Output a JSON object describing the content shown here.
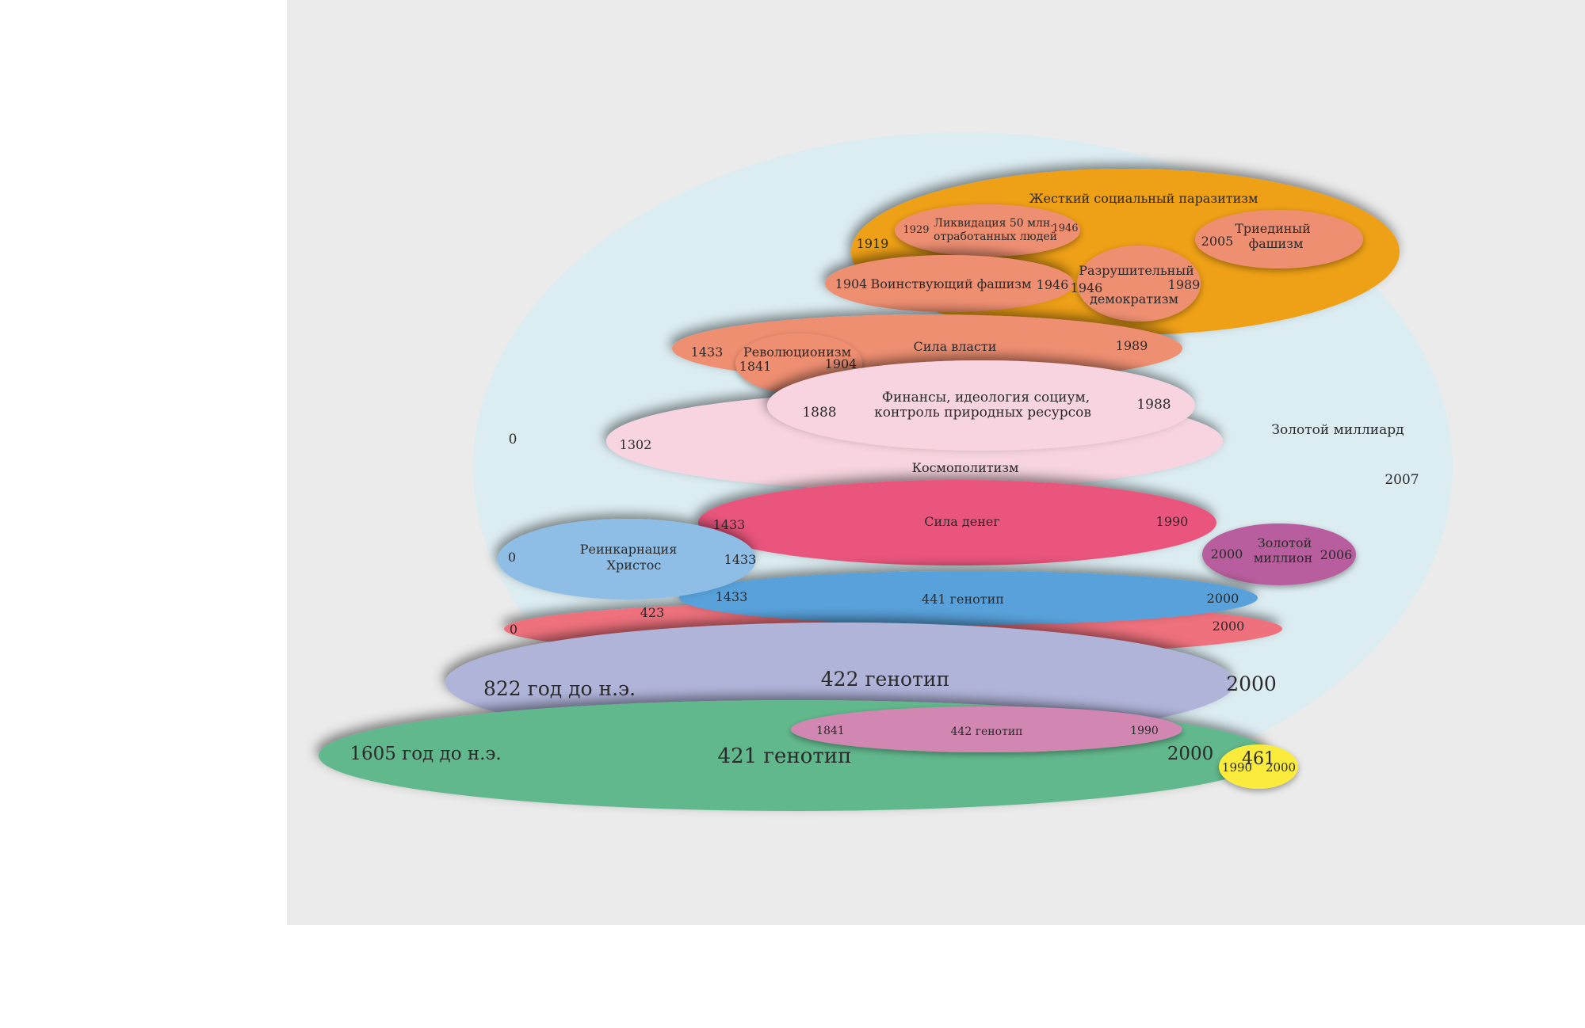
{
  "colors": {
    "background": "#eaebea",
    "golden_billion": "#dcedf2",
    "parasitism": "#eea017",
    "salmon": "#ef8f72",
    "pink_light": "#f7d4df",
    "money": "#e9547b",
    "reincarnation": "#8ebde6",
    "golden_million": "#b85d9e",
    "g441": "#58a1da",
    "red_band": "#ee717d",
    "g422": "#b0b4d9",
    "g421": "#62b88d",
    "g442": "#d287b2",
    "g461": "#fbeb3c"
  },
  "groups": {
    "golden_billion": {
      "label": "Золотой миллиард",
      "start": "0",
      "end": "2007"
    },
    "parasitism": {
      "label": "Жесткий социальный паразитизм",
      "start": "1919"
    },
    "liquidation": {
      "label_line1": "Ликвидация 50 млн.",
      "label_line2": "отработанных людей",
      "start": "1929",
      "end": "1946"
    },
    "triune": {
      "label_line1": "Триединый",
      "label_line2": "фашизм",
      "start": "2005"
    },
    "militant": {
      "label": "Воинствующий фашизм",
      "start": "1904",
      "end": "1946"
    },
    "destructive": {
      "label_line1": "Разрушительный",
      "label_line2": "демократизм",
      "start": "1946",
      "end": "1989"
    },
    "power": {
      "label": "Сила власти",
      "start": "1433",
      "end": "1989"
    },
    "revolution": {
      "label": "Революционизм",
      "start": "1841",
      "end": "1904"
    },
    "finance": {
      "label_line1": "Финансы, идеология социум,",
      "label_line2": "контроль природных ресурсов",
      "start": "1888",
      "end": "1988"
    },
    "cosmopolitism": {
      "label": "Космополитизм",
      "start": "1302"
    },
    "money": {
      "label": "Сила денег",
      "start": "1433",
      "end": "1990"
    },
    "reincarnation": {
      "label_line1": "Реинкарнация",
      "label_line2": "Христос",
      "start": "0",
      "end": "1433"
    },
    "golden_million": {
      "label_line1": "Золотой",
      "label_line2": "миллион",
      "start": "2000",
      "end": "2006"
    },
    "g441": {
      "label": "441 генотип",
      "start": "1433",
      "end": "2000"
    },
    "g423": {
      "label": "423",
      "start": "0",
      "end": "2000"
    },
    "g422": {
      "label": "422 генотип",
      "start": "822 год  до н.э.",
      "end": "2000"
    },
    "g421": {
      "label": "421 генотип",
      "start": "1605 год до н.э.",
      "end": "2000"
    },
    "g442": {
      "label": "442 генотип",
      "start": "1841",
      "end": "1990"
    },
    "g461": {
      "label": "461",
      "start": "1990",
      "end": "2000"
    }
  }
}
